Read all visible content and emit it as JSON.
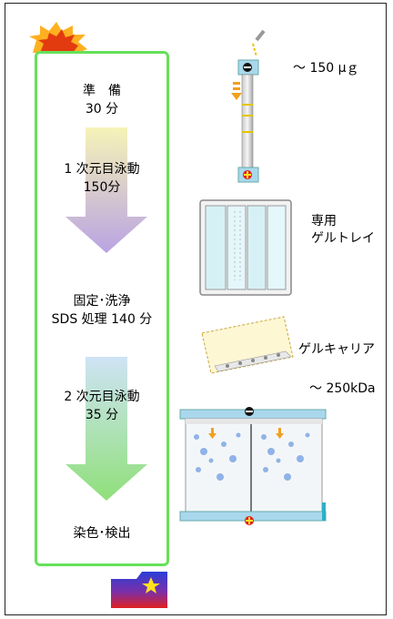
{
  "steps": [
    {
      "line1": "準　備",
      "line2": "30 分"
    },
    {
      "line1": "1 次元目泳動",
      "line2": "150分"
    },
    {
      "line1": "固定･洗浄",
      "line2": "SDS 処理 140 分"
    },
    {
      "line1": "2 次元目泳動",
      "line2": "35 分"
    },
    {
      "line1": "染色･検出",
      "line2": ""
    }
  ],
  "annotations": {
    "sample_amount": "～ 150 μｇ",
    "tray_line1": "専用",
    "tray_line2": "ゲルトレイ",
    "carrier": "ゲルキャリア",
    "mw_range": "～ 250kDa"
  },
  "colors": {
    "panel_border": "#66e05a",
    "arrow1_top": "#f6f3b8",
    "arrow1_bottom": "#b9a3e2",
    "arrow2_top": "#cfe3f5",
    "arrow2_bottom": "#8fe07a",
    "electrode_plus": "#e02020"
  },
  "icons": {
    "start": "sun-burst-icon",
    "end": "flag-star-icon"
  }
}
